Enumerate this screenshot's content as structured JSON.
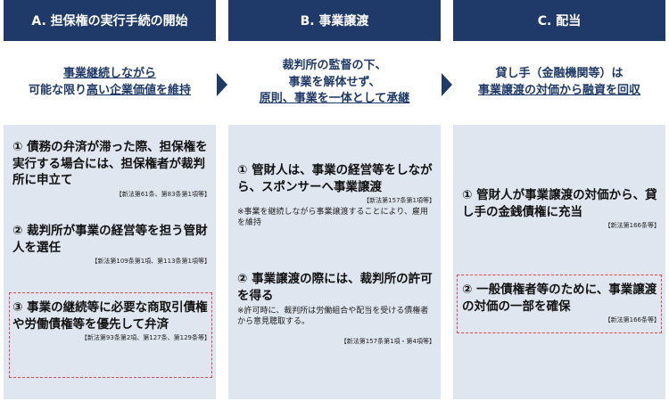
{
  "columns": [
    {
      "header": "A. 担保権の実行手続の開始",
      "summary": {
        "l1": "事業継続しながら",
        "l2a": "可能な限り",
        "l2b": "高い企業価値を維持"
      },
      "items": [
        {
          "title": "① 債務の弁済が滞った際、担保権を実行する場合には、担保権者が裁判所に申立て",
          "ref": "【新法第61条、第83条第1項等】"
        },
        {
          "title": "② 裁判所が事業の経営等を担う管財人を選任",
          "ref": "【新法第109条第1項、第113条第1項等】"
        },
        {
          "title": "③ 事業の継続等に必要な商取引債権や労働債権等を優先して弁済",
          "ref": "【新法第93条第2項、第127条、第129条等】"
        }
      ]
    },
    {
      "header": "B. 事業譲渡",
      "summary": {
        "l1": "裁判所の監督の下、",
        "l2": "事業を解体せず、",
        "l3": "原則、事業を一体として承継"
      },
      "items": [
        {
          "title": "① 管財人は、事業の経営等をしながら、スポンサーへ事業譲渡",
          "ref": "【新法第157条第1項等】",
          "note": "※事業を継続しながら事業譲渡することにより、雇用を維持"
        },
        {
          "title": "② 事業譲渡の際には、裁判所の許可を得る",
          "note": "※許可時に、裁判所は労働組合や配当を受ける債権者から意見聴取する。",
          "ref": "【新法第157条第1項・第4項等】"
        }
      ]
    },
    {
      "header": "C. 配当",
      "summary": {
        "l1": "貸し手（金融機関等）は",
        "l2a": "事業譲渡の対価",
        "l2b": "から融資を回収"
      },
      "items": [
        {
          "title": "① 管財人が事業譲渡の対価から、貸し手の金銭債権に充当",
          "ref": "【新法第166条等】"
        },
        {
          "title": "② 一般債権者等のために、事業譲渡の対価の一部を確保",
          "ref": "【新法第166条等】"
        }
      ]
    }
  ],
  "colors": {
    "header": "#1f3a68",
    "body": "#dfe6f0",
    "highlight": "#e0464e"
  }
}
